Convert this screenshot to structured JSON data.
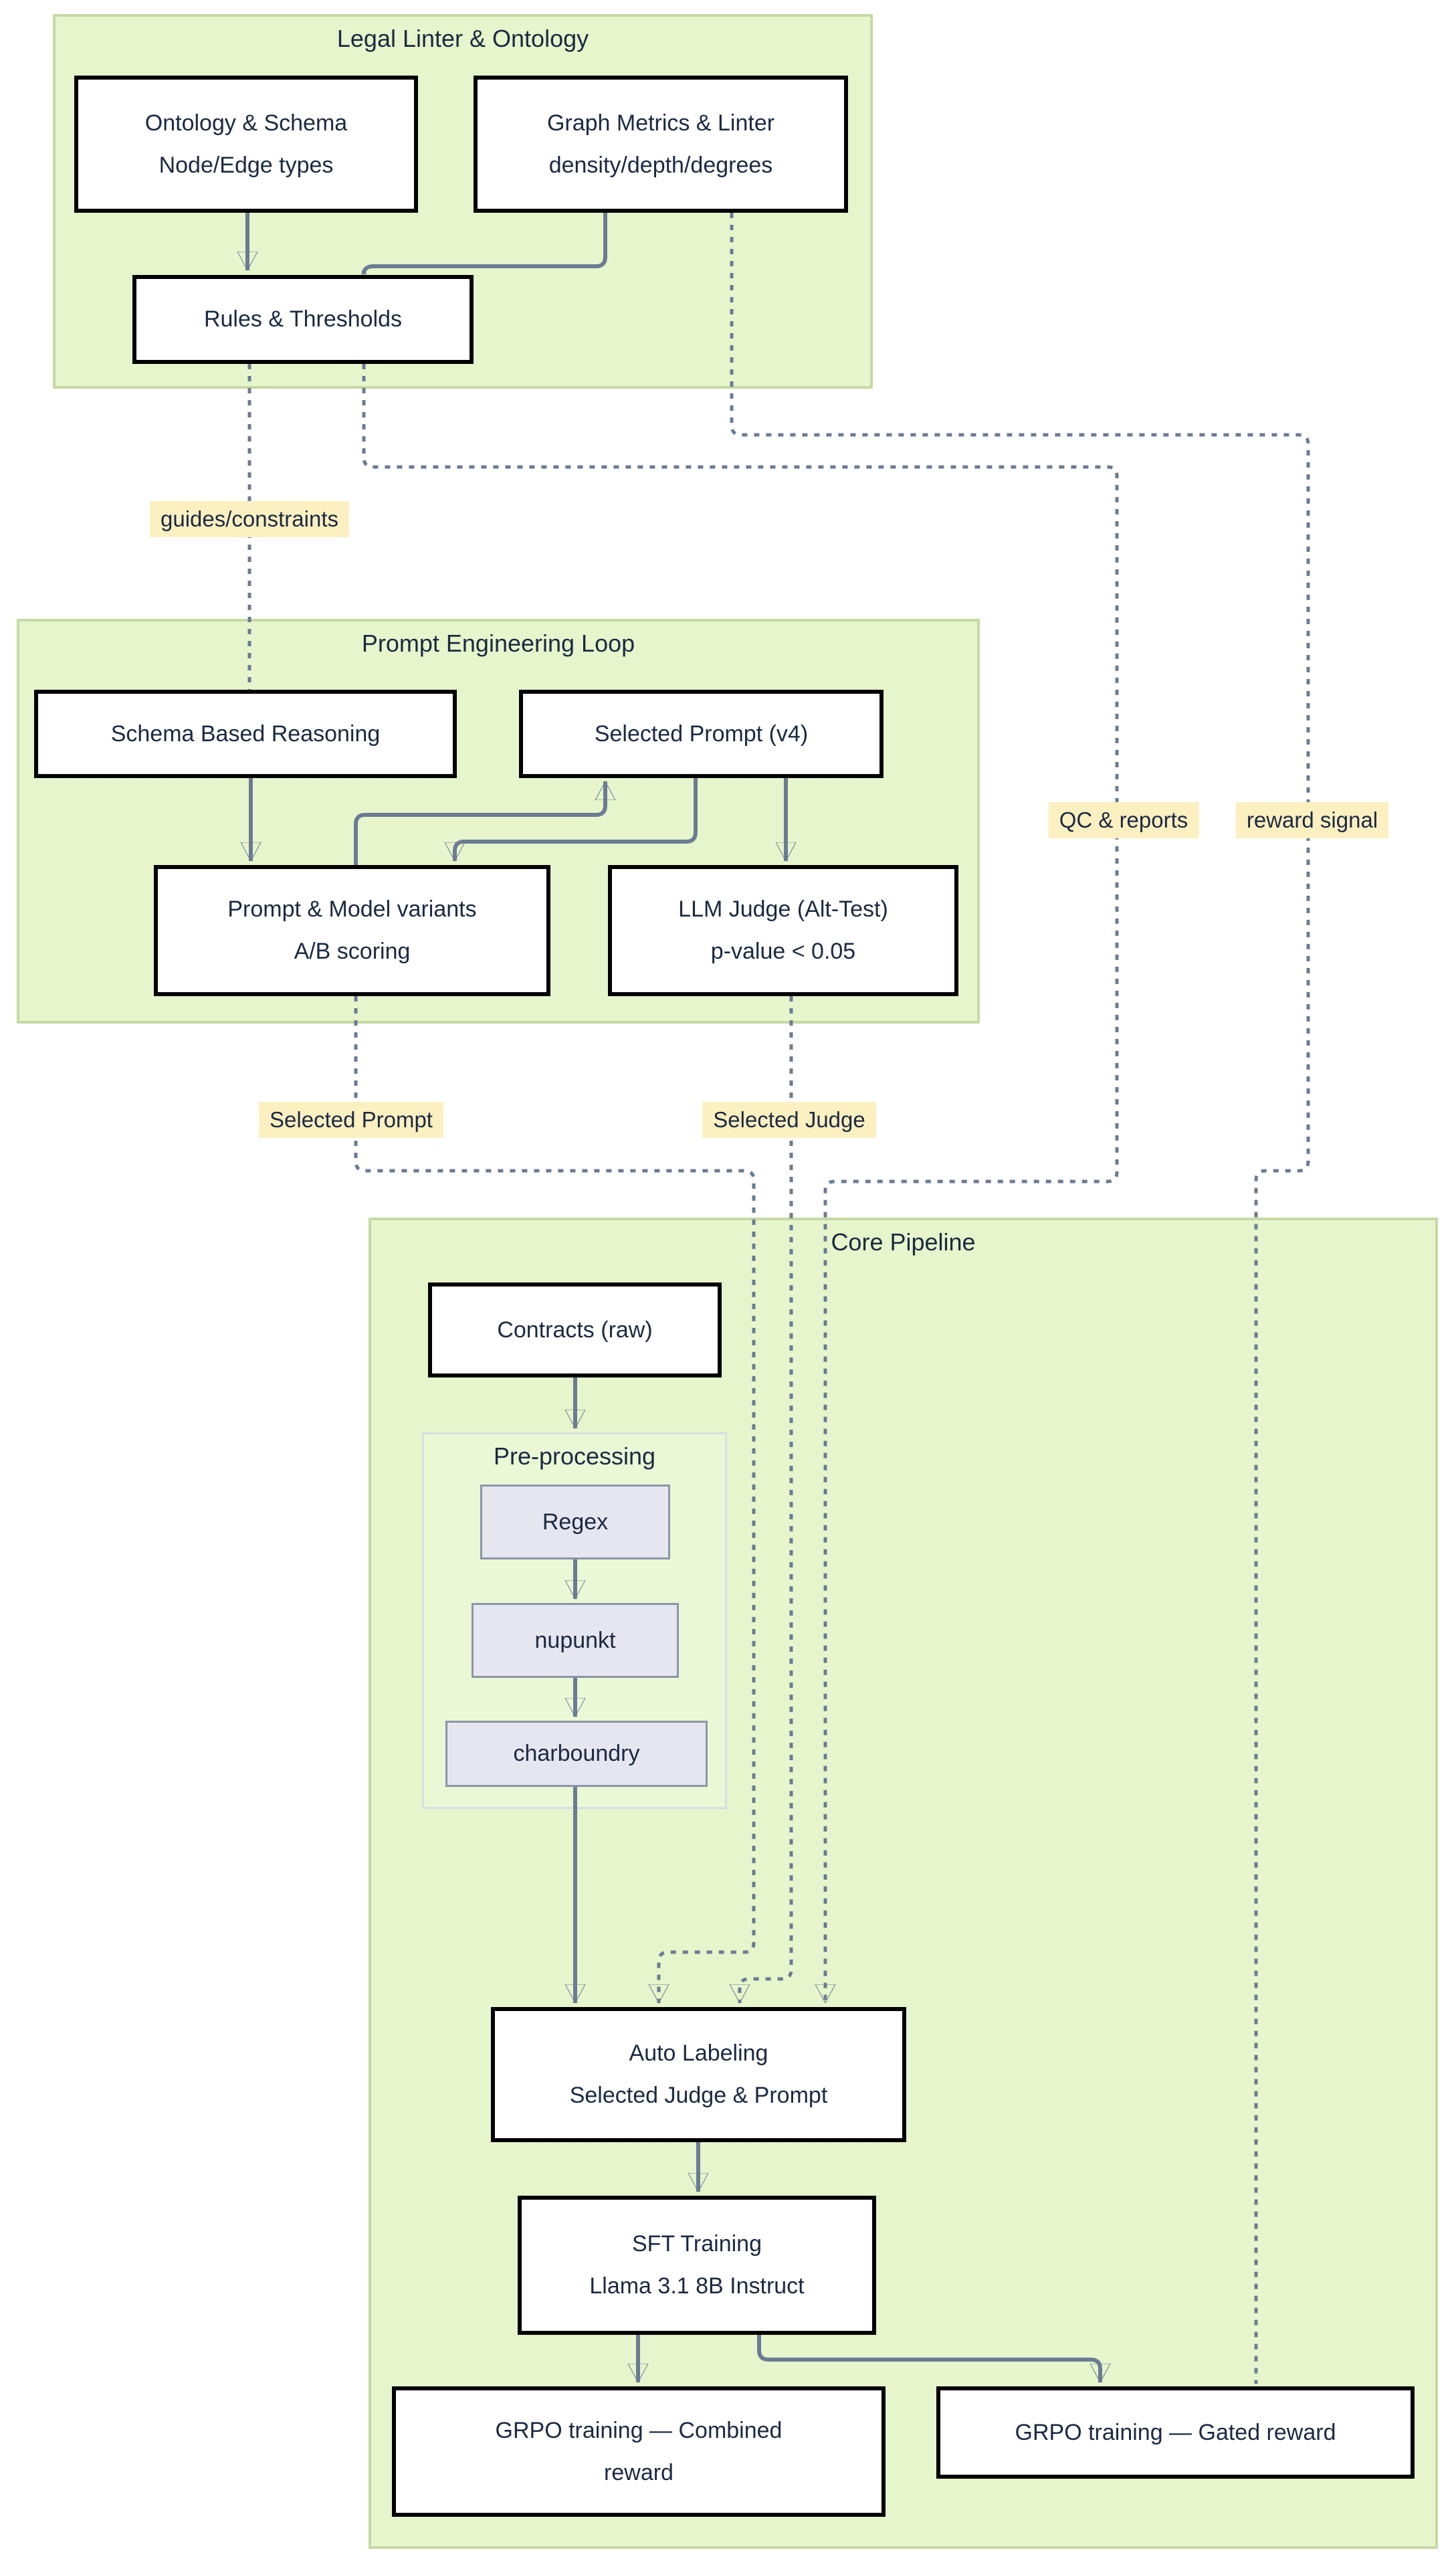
{
  "diagram": {
    "groups": {
      "legal_linter": {
        "title": "Legal Linter & Ontology"
      },
      "prompt_loop": {
        "title": "Prompt Engineering Loop"
      },
      "core_pipeline": {
        "title": "Core Pipeline"
      },
      "preprocessing": {
        "title": "Pre-processing"
      }
    },
    "nodes": {
      "ontology_schema": {
        "line1": "Ontology & Schema",
        "line2": "Node/Edge types"
      },
      "graph_metrics": {
        "line1": "Graph Metrics & Linter",
        "line2": "density/depth/degrees"
      },
      "rules_thresholds": {
        "line1": "Rules & Thresholds"
      },
      "schema_reasoning": {
        "line1": "Schema Based Reasoning"
      },
      "selected_prompt_v4": {
        "line1": "Selected Prompt (v4)"
      },
      "prompt_model_variants": {
        "line1": "Prompt & Model variants",
        "line2": "A/B scoring"
      },
      "llm_judge": {
        "line1": "LLM Judge (Alt-Test)",
        "line2": "p-value < 0.05"
      },
      "contracts_raw": {
        "line1": "Contracts (raw)"
      },
      "regex": {
        "line1": "Regex"
      },
      "nupunkt": {
        "line1": "nupunkt"
      },
      "charboundry": {
        "line1": "charboundry"
      },
      "auto_labeling": {
        "line1": "Auto Labeling",
        "line2": "Selected Judge & Prompt"
      },
      "sft_training": {
        "line1": "SFT Training",
        "line2": "Llama 3.1 8B Instruct"
      },
      "grpo_combined": {
        "line1": "GRPO training — Combined",
        "line2": "reward"
      },
      "grpo_gated": {
        "line1": "GRPO training — Gated reward"
      }
    },
    "edge_labels": {
      "guides_constraints": "guides/constraints",
      "qc_reports": "QC & reports",
      "reward_signal": "reward signal",
      "selected_prompt": "Selected Prompt",
      "selected_judge": "Selected Judge"
    },
    "colors": {
      "group_fill": "#e6f5cb",
      "group_border": "#c6d9a3",
      "subgroup_fill": "#eaf8d6",
      "subgroup_border": "#d8dde2",
      "node_fill": "#ffffff",
      "node_border": "#000000",
      "inner_fill": "#e6e6f0",
      "inner_border": "#8c95a8",
      "line_color": "#6b7b93",
      "label_bg": "#fcf0c1",
      "text_color": "#1b2942"
    }
  }
}
